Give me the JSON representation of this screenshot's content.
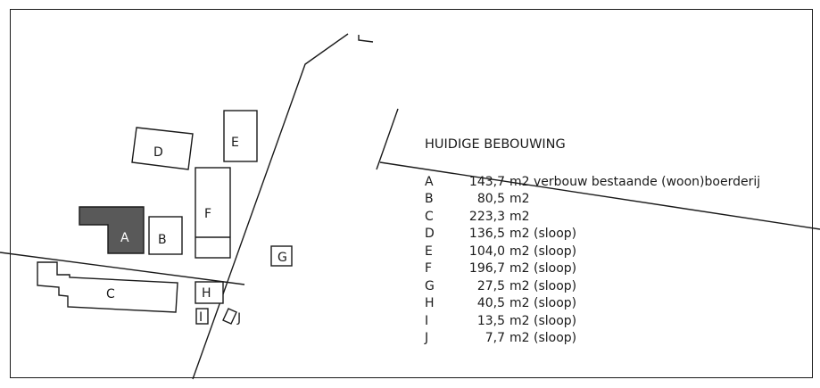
{
  "legend": {
    "title": "HUIDIGE BEBOUWING",
    "rows": [
      {
        "letter": "A",
        "area": "143,7",
        "text": "m2 verbouw bestaande (woon)boerderij"
      },
      {
        "letter": "B",
        "area": "80,5",
        "text": "m2"
      },
      {
        "letter": "C",
        "area": "223,3",
        "text": "m2"
      },
      {
        "letter": "D",
        "area": "136,5",
        "text": "m2 (sloop)"
      },
      {
        "letter": "E",
        "area": "104,0",
        "text": "m2 (sloop)"
      },
      {
        "letter": "F",
        "area": "196,7",
        "text": "m2 (sloop)"
      },
      {
        "letter": "G",
        "area": "27,5",
        "text": "m2 (sloop)"
      },
      {
        "letter": "H",
        "area": "40,5",
        "text": "m2 (sloop)"
      },
      {
        "letter": "I",
        "area": "13,5",
        "text": "m2 (sloop)"
      },
      {
        "letter": "J",
        "area": "7,7",
        "text": "m2 (sloop)"
      }
    ]
  },
  "map_labels": {
    "A": "A",
    "B": "B",
    "C": "C",
    "D": "D",
    "E": "E",
    "F": "F",
    "G": "G",
    "H": "H",
    "I": "I",
    "J": "J"
  },
  "colors": {
    "line": "#1a1a1a",
    "building_fill": "#ffffff",
    "existing_farmhouse_fill": "#595959",
    "background": "#ffffff"
  }
}
